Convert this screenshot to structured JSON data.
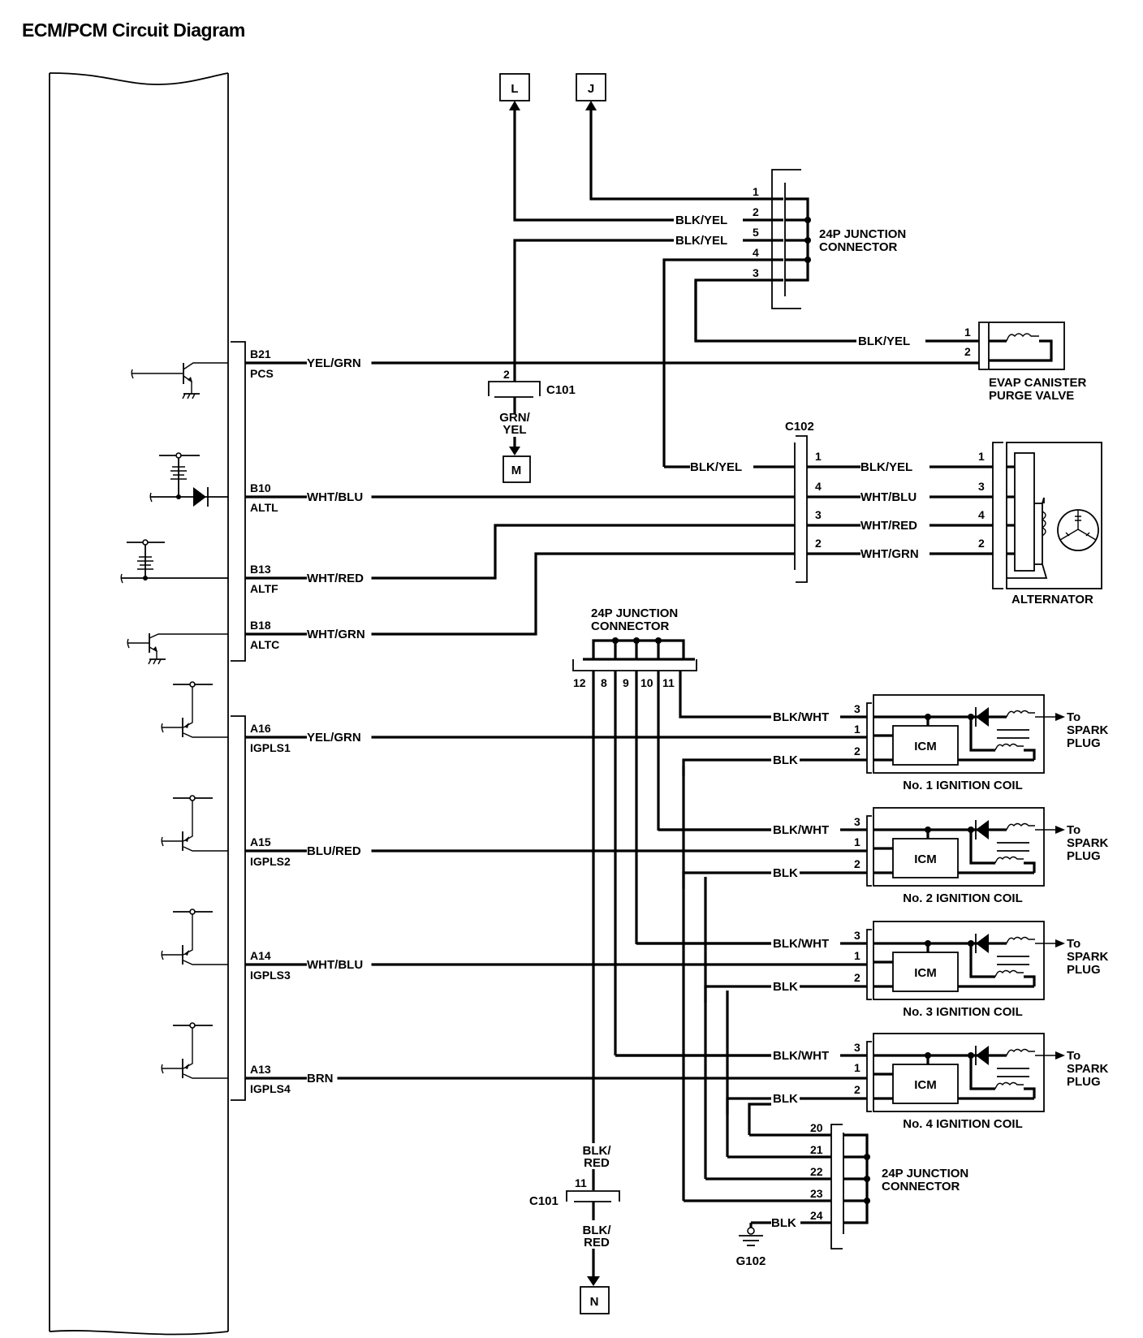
{
  "title": "ECM/PCM Circuit Diagram",
  "ecm_pins": [
    {
      "pin": "B21",
      "name": "PCS",
      "wire": "YEL/GRN"
    },
    {
      "pin": "B10",
      "name": "ALTL",
      "wire": "WHT/BLU"
    },
    {
      "pin": "B13",
      "name": "ALTF",
      "wire": "WHT/RED"
    },
    {
      "pin": "B18",
      "name": "ALTC",
      "wire": "WHT/GRN"
    },
    {
      "pin": "A16",
      "name": "IGPLS1",
      "wire": "YEL/GRN"
    },
    {
      "pin": "A15",
      "name": "IGPLS2",
      "wire": "BLU/RED"
    },
    {
      "pin": "A14",
      "name": "IGPLS3",
      "wire": "WHT/BLU"
    },
    {
      "pin": "A13",
      "name": "IGPLS4",
      "wire": "BRN"
    }
  ],
  "references": {
    "L": "L",
    "J": "J",
    "M": "M",
    "N": "N"
  },
  "junction_top": {
    "label_line1": "24P JUNCTION",
    "label_line2": "CONNECTOR",
    "pins": [
      "1",
      "2",
      "5",
      "4",
      "3"
    ],
    "wires": {
      "pin2": "BLK/YEL",
      "pin5": "BLK/YEL",
      "evap": "BLK/YEL",
      "c102": "BLK/YEL"
    }
  },
  "c101_top": {
    "label": "C101",
    "pin": "2",
    "wire_line1": "GRN/",
    "wire_line2": "YEL"
  },
  "evap": {
    "label_line1": "EVAP CANISTER",
    "label_line2": "PURGE VALVE",
    "pins": [
      "1",
      "2"
    ]
  },
  "c102": {
    "label": "C102",
    "pins": [
      "1",
      "4",
      "3",
      "2"
    ],
    "wires": [
      "BLK/YEL",
      "WHT/BLU",
      "WHT/RED",
      "WHT/GRN"
    ]
  },
  "alternator": {
    "label": "ALTERNATOR",
    "pins": [
      "1",
      "3",
      "4",
      "2"
    ]
  },
  "junction_mid": {
    "label_line1": "24P JUNCTION",
    "label_line2": "CONNECTOR",
    "pins": [
      "12",
      "8",
      "9",
      "10",
      "11"
    ]
  },
  "ignition_coils": [
    {
      "label": "No. 1 IGNITION COIL",
      "icm": "ICM",
      "pins": [
        "3",
        "1",
        "2"
      ],
      "w_power": "BLK/WHT",
      "w_ground": "BLK",
      "to1": "To",
      "to2": "SPARK",
      "to3": "PLUG"
    },
    {
      "label": "No. 2 IGNITION COIL",
      "icm": "ICM",
      "pins": [
        "3",
        "1",
        "2"
      ],
      "w_power": "BLK/WHT",
      "w_ground": "BLK",
      "to1": "To",
      "to2": "SPARK",
      "to3": "PLUG"
    },
    {
      "label": "No. 3 IGNITION COIL",
      "icm": "ICM",
      "pins": [
        "3",
        "1",
        "2"
      ],
      "w_power": "BLK/WHT",
      "w_ground": "BLK",
      "to1": "To",
      "to2": "SPARK",
      "to3": "PLUG"
    },
    {
      "label": "No. 4 IGNITION COIL",
      "icm": "ICM",
      "pins": [
        "3",
        "1",
        "2"
      ],
      "w_power": "BLK/WHT",
      "w_ground": "BLK",
      "to1": "To",
      "to2": "SPARK",
      "to3": "PLUG"
    }
  ],
  "junction_bottom": {
    "label_line1": "24P JUNCTION",
    "label_line2": "CONNECTOR",
    "pins": [
      "20",
      "21",
      "22",
      "23",
      "24"
    ],
    "ground_wire": "BLK"
  },
  "c101_bottom": {
    "label": "C101",
    "pin": "11",
    "wire_top_line1": "BLK/",
    "wire_top_line2": "RED",
    "wire_bot_line1": "BLK/",
    "wire_bot_line2": "RED"
  },
  "ground": {
    "label": "G102"
  }
}
